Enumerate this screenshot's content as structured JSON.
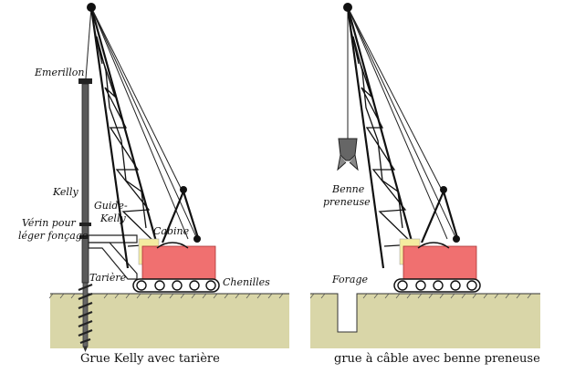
{
  "left_figure": {
    "labels": {
      "emerillon": "Emerillon",
      "kelly": "Kelly",
      "verin_line1": "Vérin pour",
      "verin_line2": "léger fonçage",
      "guide_line1": "Guide-",
      "guide_line2": "Kelly",
      "cabine": "Cabine",
      "tariere": "Tarière",
      "chenilles": "Chenilles"
    },
    "caption": "Grue Kelly avec tarière"
  },
  "right_figure": {
    "labels": {
      "benne_line1": "Benne",
      "benne_line2": "preneuse",
      "forage": "Forage"
    },
    "caption": "grue à câble avec benne preneuse"
  },
  "colors": {
    "ground": "#d9d6a8",
    "cab_body": "#f07070",
    "cab_window": "#f4eca0",
    "steel": "#555555"
  }
}
